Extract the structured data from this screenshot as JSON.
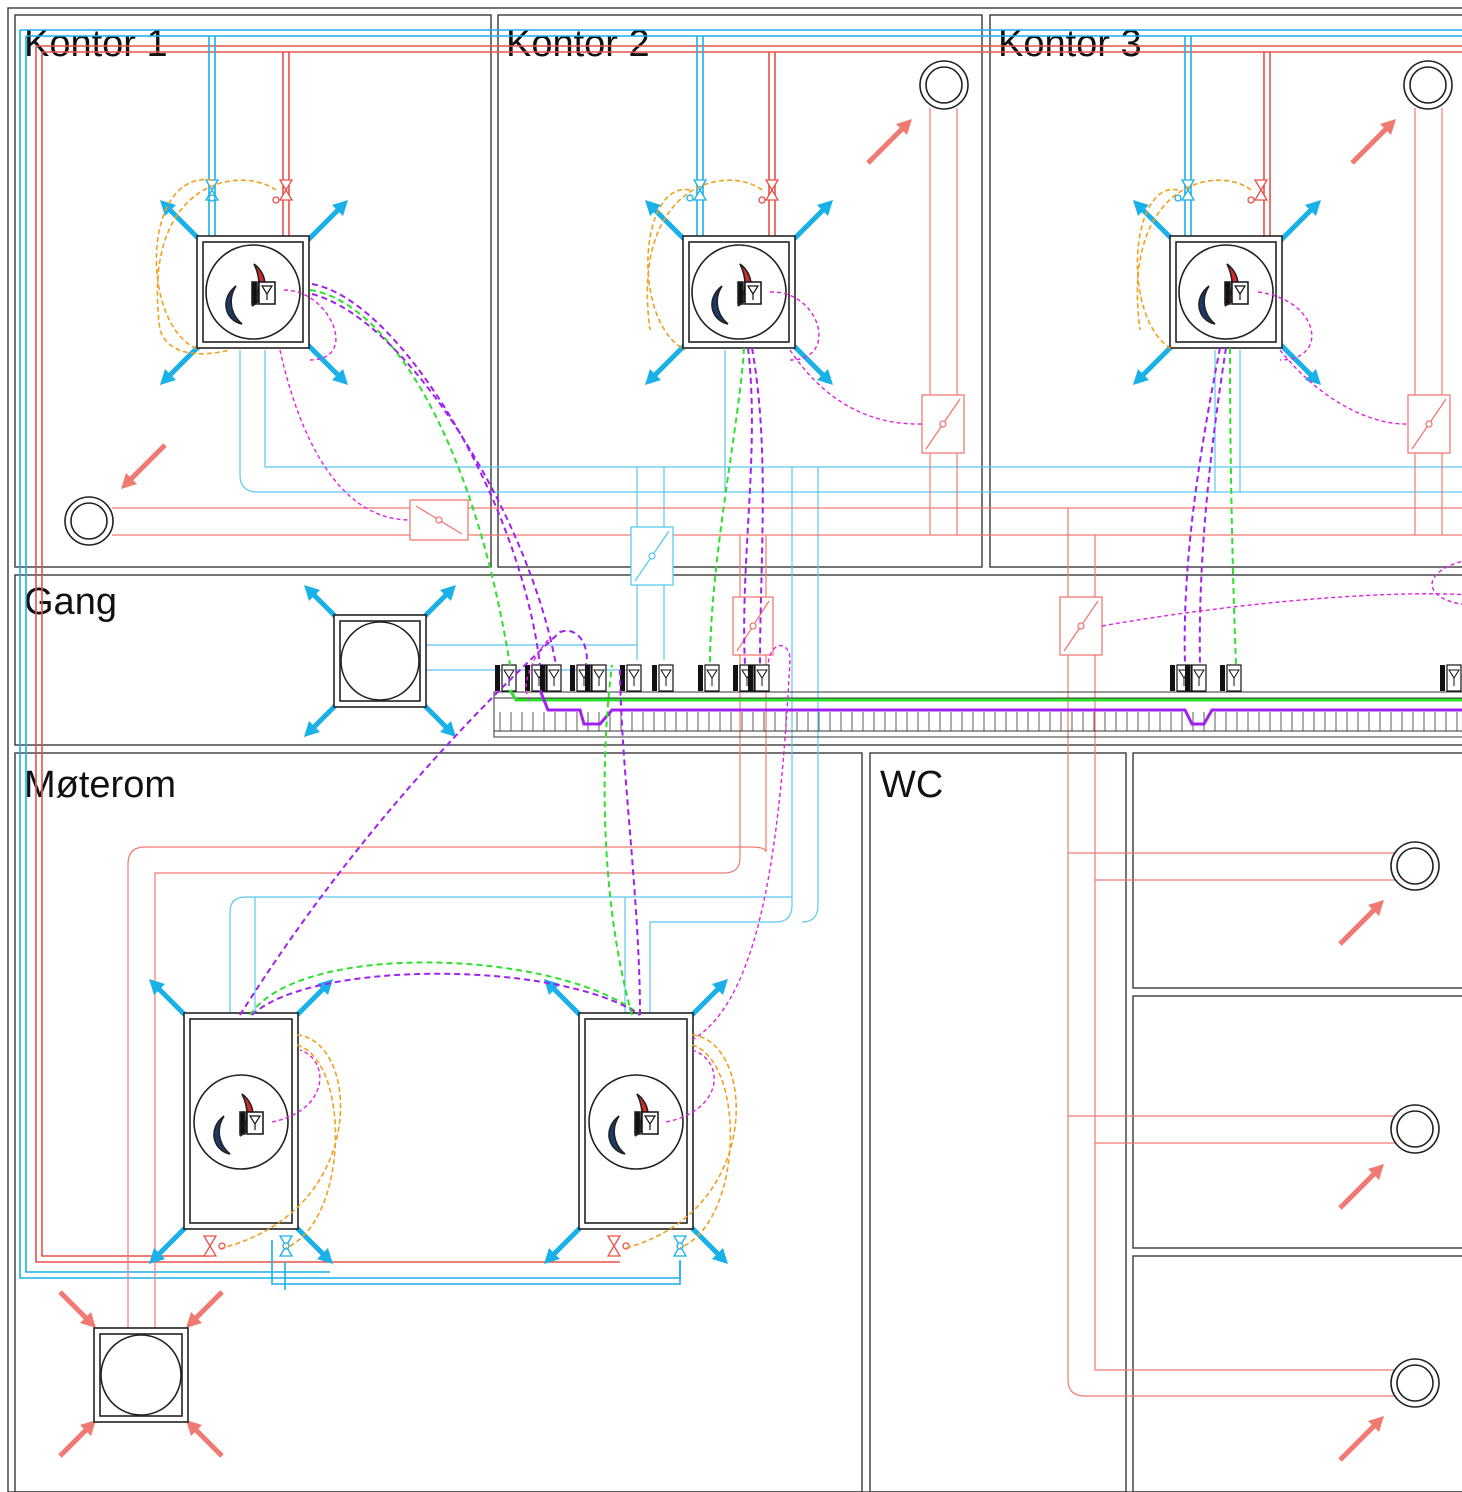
{
  "rooms": {
    "kontor1": "Kontor 1",
    "kontor2": "Kontor 2",
    "kontor3": "Kontor 3",
    "gang": "Gang",
    "moterom": "Møterom",
    "wc": "WC"
  },
  "colors": {
    "wall": "#3a3a3a",
    "supply_water": "#1ab0e8",
    "return_water": "#e8504a",
    "exhaust_duct": "#f07a72",
    "supply_duct": "#5cc8f0",
    "signal_green": "#2ee02e",
    "signal_purple": "#a020f0",
    "signal_magenta": "#e020e0",
    "signal_orange": "#f0a020",
    "logo_red": "#d42a2a",
    "logo_blue": "#1a3a6a",
    "airflow_supply": "#1ab0e8",
    "airflow_exhaust": "#f07a72"
  },
  "icons": {
    "cassette_unit": "ceiling-cassette-icon",
    "round_diffuser": "round-diffuser-icon",
    "damper": "damper-icon",
    "valve": "valve-icon",
    "controller": "controller-icon",
    "airflow_arrow": "arrow-icon"
  }
}
